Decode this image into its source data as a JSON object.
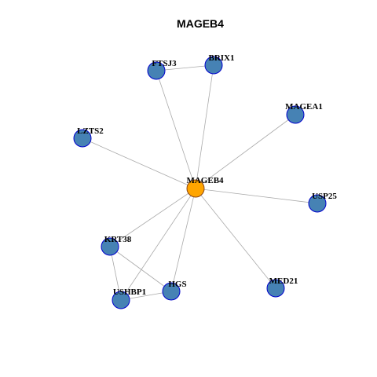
{
  "title": "MAGEB4",
  "colors": {
    "hub_fill": "#FFA500",
    "hub_stroke": "#8B4513",
    "node_fill": "#4682B4",
    "node_stroke": "#0000CD",
    "edge": "#AAAAAA"
  },
  "nodes": [
    {
      "id": "MAGEB4",
      "label": "MAGEB4",
      "hub": true
    },
    {
      "id": "FTSJ3",
      "label": "FTSJ3"
    },
    {
      "id": "BRIX1",
      "label": "BRIX1"
    },
    {
      "id": "MAGEA1",
      "label": "MAGEA1"
    },
    {
      "id": "LZTS2",
      "label": "LZTS2"
    },
    {
      "id": "USP25",
      "label": "USP25"
    },
    {
      "id": "KRT38",
      "label": "KRT38"
    },
    {
      "id": "USHBP1",
      "label": "USHBP1"
    },
    {
      "id": "HGS",
      "label": "HGS"
    },
    {
      "id": "MED21",
      "label": "MED21"
    }
  ],
  "edges": [
    [
      "MAGEB4",
      "FTSJ3"
    ],
    [
      "MAGEB4",
      "BRIX1"
    ],
    [
      "MAGEB4",
      "MAGEA1"
    ],
    [
      "MAGEB4",
      "LZTS2"
    ],
    [
      "MAGEB4",
      "USP25"
    ],
    [
      "MAGEB4",
      "KRT38"
    ],
    [
      "MAGEB4",
      "USHBP1"
    ],
    [
      "MAGEB4",
      "HGS"
    ],
    [
      "MAGEB4",
      "MED21"
    ],
    [
      "FTSJ3",
      "BRIX1"
    ],
    [
      "KRT38",
      "USHBP1"
    ],
    [
      "KRT38",
      "HGS"
    ],
    [
      "USHBP1",
      "HGS"
    ]
  ]
}
